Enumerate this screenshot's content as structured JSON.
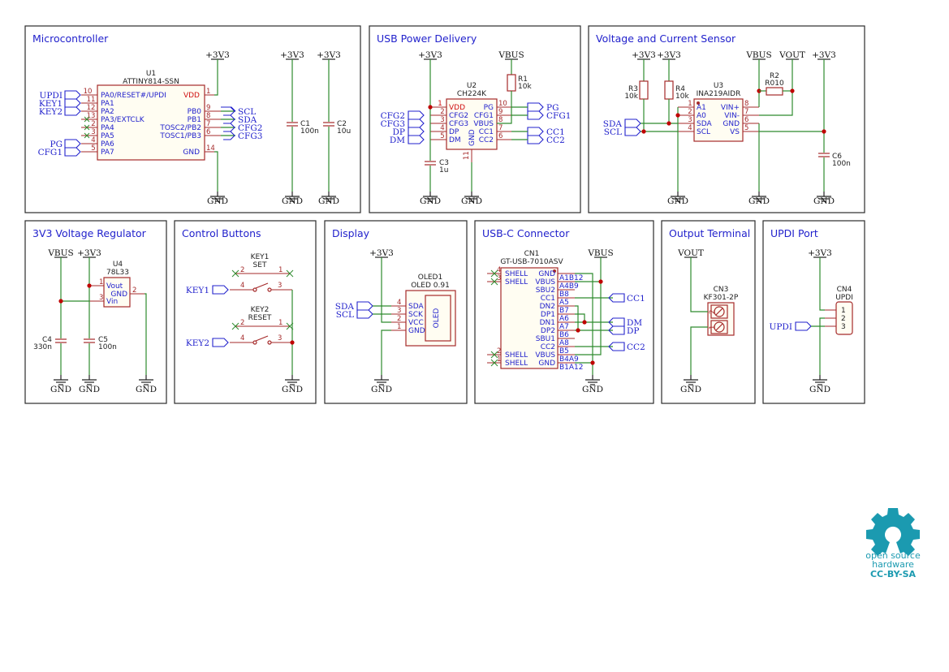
{
  "sections": [
    {
      "title": "Microcontroller"
    },
    {
      "title": "USB Power Delivery"
    },
    {
      "title": "Voltage and Current Sensor"
    },
    {
      "title": "3V3 Voltage Regulator"
    },
    {
      "title": "Control Buttons"
    },
    {
      "title": "Display"
    },
    {
      "title": "USB-C Connector"
    },
    {
      "title": "Output Terminal"
    },
    {
      "title": "UPDI Port"
    }
  ],
  "power": {
    "v3v3": "+3V3",
    "vbus": "VBUS",
    "vout": "VOUT",
    "gnd": "GND"
  },
  "mcu": {
    "ref": "U1",
    "value": "ATTINY814-SSN",
    "left_pins": [
      {
        "num": "10",
        "name": "PA0/RESET#/UPDI",
        "net": "UPDI"
      },
      {
        "num": "11",
        "name": "PA1",
        "net": "KEY1"
      },
      {
        "num": "12",
        "name": "PA2",
        "net": "KEY2"
      },
      {
        "num": "13",
        "name": "PA3/EXTCLK",
        "net": ""
      },
      {
        "num": "2",
        "name": "PA4",
        "net": ""
      },
      {
        "num": "3",
        "name": "PA5",
        "net": ""
      },
      {
        "num": "4",
        "name": "PA6",
        "net": "PG"
      },
      {
        "num": "5",
        "name": "PA7",
        "net": "CFG1"
      }
    ],
    "right_pins": [
      {
        "num": "9",
        "name": "PB0",
        "net": "SCL"
      },
      {
        "num": "8",
        "name": "PB1",
        "net": "SDA"
      },
      {
        "num": "7",
        "name": "TOSC2/PB2",
        "net": "CFG2"
      },
      {
        "num": "6",
        "name": "TOSC1/PB3",
        "net": "CFG3"
      }
    ],
    "vdd_num": "1",
    "vdd_name": "VDD",
    "gnd_num": "14",
    "gnd_name": "GND",
    "c1_ref": "C1",
    "c1_val": "100n",
    "c2_ref": "C2",
    "c2_val": "10u"
  },
  "pd": {
    "ref": "U2",
    "value": "CH224K",
    "left_pins": [
      {
        "num": "1",
        "name": "VDD",
        "net": ""
      },
      {
        "num": "2",
        "name": "CFG2",
        "net": "CFG2"
      },
      {
        "num": "3",
        "name": "CFG3",
        "net": "CFG3"
      },
      {
        "num": "4",
        "name": "DP",
        "net": "DP"
      },
      {
        "num": "5",
        "name": "DM",
        "net": "DM"
      }
    ],
    "right_pins": [
      {
        "num": "10",
        "name": "PG",
        "net": "PG"
      },
      {
        "num": "9",
        "name": "CFG1",
        "net": "CFG1"
      },
      {
        "num": "8",
        "name": "VBUS",
        "net": ""
      },
      {
        "num": "7",
        "name": "CC1",
        "net": "CC1"
      },
      {
        "num": "6",
        "name": "CC2",
        "net": "CC2"
      }
    ],
    "gnd_num": "11",
    "gnd_name": "GND",
    "r1_ref": "R1",
    "r1_val": "10k",
    "c3_ref": "C3",
    "c3_val": "1u"
  },
  "sensor": {
    "ref": "U3",
    "value": "INA219AIDR",
    "left_pins": [
      {
        "num": "1",
        "name": "A1"
      },
      {
        "num": "2",
        "name": "A0"
      },
      {
        "num": "3",
        "name": "SDA"
      },
      {
        "num": "4",
        "name": "SCL"
      }
    ],
    "right_pins": [
      {
        "num": "8",
        "name": "VIN+"
      },
      {
        "num": "7",
        "name": "VIN-"
      },
      {
        "num": "6",
        "name": "GND"
      },
      {
        "num": "5",
        "name": "VS"
      }
    ],
    "r2_ref": "R2",
    "r2_val": "R010",
    "r3_ref": "R3",
    "r3_val": "10k",
    "r4_ref": "R4",
    "r4_val": "10k",
    "c6_ref": "C6",
    "c6_val": "100n",
    "net_sda": "SDA",
    "net_scl": "SCL"
  },
  "regulator": {
    "ref": "U4",
    "value": "78L33",
    "pins": [
      {
        "num": "1",
        "name": "Vout"
      },
      {
        "num": "2",
        "name": "GND"
      },
      {
        "num": "3",
        "name": "Vin"
      }
    ],
    "c4_ref": "C4",
    "c4_val": "330n",
    "c5_ref": "C5",
    "c5_val": "100n"
  },
  "buttons": {
    "key1_ref": "KEY1",
    "key1_val": "SET",
    "key2_ref": "KEY2",
    "key2_val": "RESET",
    "pin1": "1",
    "pin2": "2",
    "pin3": "3",
    "pin4": "4",
    "net_key1": "KEY1",
    "net_key2": "KEY2"
  },
  "display": {
    "ref": "OLED1",
    "value": "OLED 0.91",
    "screen_label": "OLED",
    "pins": [
      {
        "num": "4",
        "name": "SDA"
      },
      {
        "num": "3",
        "name": "SCK"
      },
      {
        "num": "2",
        "name": "VCC"
      },
      {
        "num": "1",
        "name": "GND"
      }
    ],
    "net_sda": "SDA",
    "net_scl": "SCL"
  },
  "usbc": {
    "ref": "CN1",
    "value": "GT-USB-7010ASV",
    "shell": "SHELL",
    "shell_nums": [
      "4",
      "3",
      "2",
      "1"
    ],
    "pins": [
      {
        "name": "GND",
        "num": "A1B12"
      },
      {
        "name": "VBUS",
        "num": "A4B9"
      },
      {
        "name": "SBU2",
        "num": "B8"
      },
      {
        "name": "CC1",
        "num": "A5"
      },
      {
        "name": "DN2",
        "num": "B7"
      },
      {
        "name": "DP1",
        "num": "A6"
      },
      {
        "name": "DN1",
        "num": "A7"
      },
      {
        "name": "DP2",
        "num": "B6"
      },
      {
        "name": "SBU1",
        "num": "A8"
      },
      {
        "name": "CC2",
        "num": "B5"
      },
      {
        "name": "VBUS",
        "num": "B4A9"
      },
      {
        "name": "GND",
        "num": "B1A12"
      }
    ],
    "net_cc1": "CC1",
    "net_dm": "DM",
    "net_dp": "DP",
    "net_cc2": "CC2"
  },
  "terminal": {
    "ref": "CN3",
    "value": "KF301-2P",
    "p1": "1",
    "p2": "2"
  },
  "updi": {
    "ref": "CN4",
    "value": "UPDI",
    "p1": "1",
    "p2": "2",
    "p3": "3",
    "net": "UPDI"
  },
  "logo": {
    "line1": "open source",
    "line2": "hardware",
    "line3": "CC-BY-SA"
  }
}
